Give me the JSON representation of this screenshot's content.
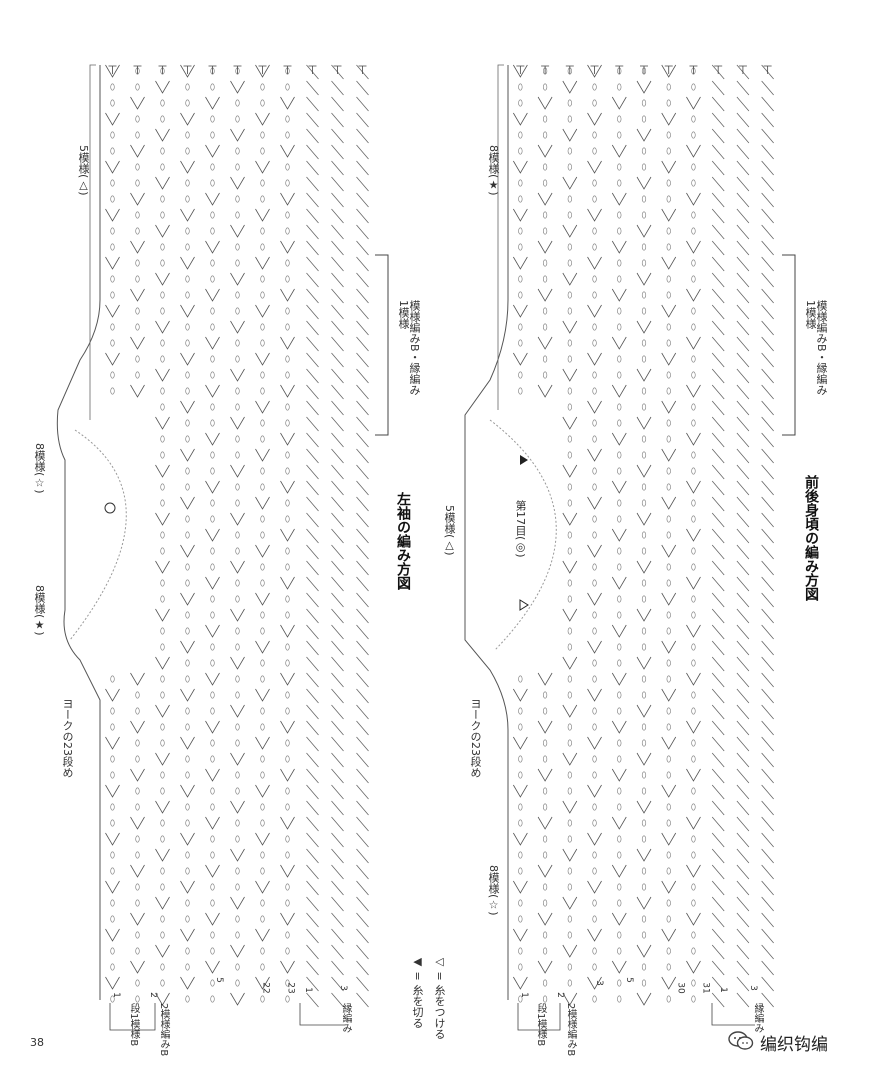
{
  "left_panel": {
    "title": "左袖の編み方図",
    "label_top": "5模様(△)",
    "label_mid": "8模様(☆)",
    "label_bottom": "8模様(★)",
    "label_yoke": "ヨークの23段め",
    "label_repeat": "模様編みB・縁編み\n1模様",
    "legend_1": "2模様編みB",
    "legend_2": "段1模様B",
    "legend_edge": "縁編み",
    "row_numbers": [
      "1",
      "2",
      "5",
      "22",
      "23",
      "1",
      "3"
    ]
  },
  "right_panel": {
    "title": "前後身頃の編み方図",
    "label_top": "8模様(★)",
    "label_mid": "5模様(△)",
    "label_bottom": "8模様(☆)",
    "label_yoke": "ヨークの23段め",
    "label_repeat": "模様編みB・縁編み\n1模様",
    "label_stitch": "第17目(◎)",
    "legend_1": "2模様編みB",
    "legend_2": "段1模様B",
    "legend_edge": "縁編み",
    "row_numbers": [
      "1",
      "2",
      "3",
      "5",
      "30",
      "31",
      "1",
      "3"
    ]
  },
  "symbol_legend": {
    "join": "◁ = 糸をつける",
    "cut": "◀ = 糸を切る"
  },
  "page_number": "38",
  "watermark": "编织钩编"
}
